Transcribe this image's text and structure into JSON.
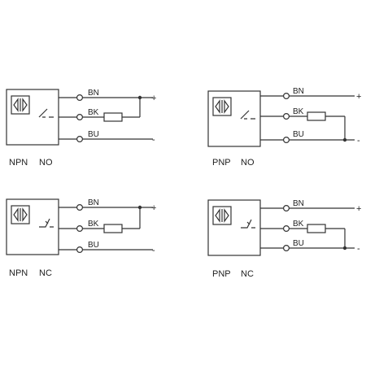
{
  "diagrams": [
    {
      "type_label": "NPN",
      "mode_label": "NO",
      "wires": [
        {
          "label": "BN",
          "sign": "+"
        },
        {
          "label": "BK",
          "sign": ""
        },
        {
          "label": "BU",
          "sign": "-"
        }
      ]
    },
    {
      "type_label": "PNP",
      "mode_label": "NO",
      "wires": [
        {
          "label": "BN",
          "sign": "+"
        },
        {
          "label": "BK",
          "sign": ""
        },
        {
          "label": "BU",
          "sign": "-"
        }
      ]
    },
    {
      "type_label": "NPN",
      "mode_label": "NC",
      "wires": [
        {
          "label": "BN",
          "sign": "+"
        },
        {
          "label": "BK",
          "sign": ""
        },
        {
          "label": "BU",
          "sign": "-"
        }
      ]
    },
    {
      "type_label": "PNP",
      "mode_label": "NC",
      "wires": [
        {
          "label": "BN",
          "sign": "+"
        },
        {
          "label": "BK",
          "sign": ""
        },
        {
          "label": "BU",
          "sign": "-"
        }
      ]
    }
  ]
}
